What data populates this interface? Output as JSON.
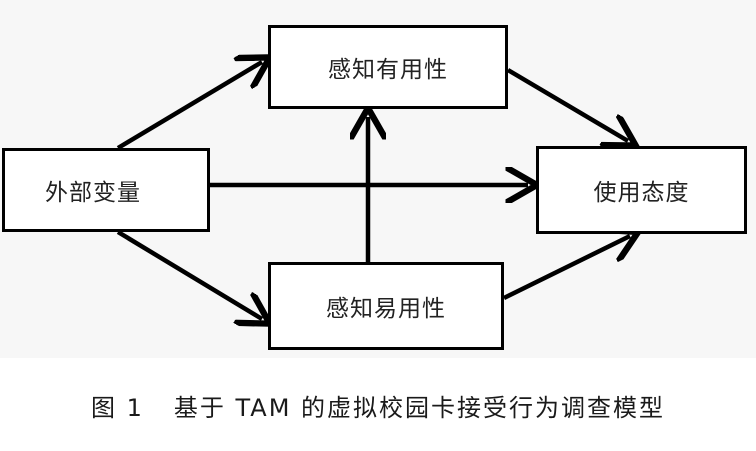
{
  "diagram": {
    "nodes": {
      "external_variables": "外部变量",
      "perceived_usefulness": "感知有用性",
      "perceived_ease_of_use": "感知易用性",
      "attitude_toward_use": "使用态度"
    },
    "edges": [
      {
        "from": "外部变量",
        "to": "感知有用性"
      },
      {
        "from": "外部变量",
        "to": "使用态度"
      },
      {
        "from": "外部变量",
        "to": "感知易用性"
      },
      {
        "from": "感知易用性",
        "to": "感知有用性"
      },
      {
        "from": "感知有用性",
        "to": "使用态度"
      },
      {
        "from": "感知易用性",
        "to": "使用态度"
      }
    ]
  },
  "caption": {
    "label": "图 1",
    "text": "基于 TAM 的虚拟校园卡接受行为调查模型"
  },
  "colors": {
    "stroke": "#000000",
    "panel_background": "#f7f7f7"
  }
}
